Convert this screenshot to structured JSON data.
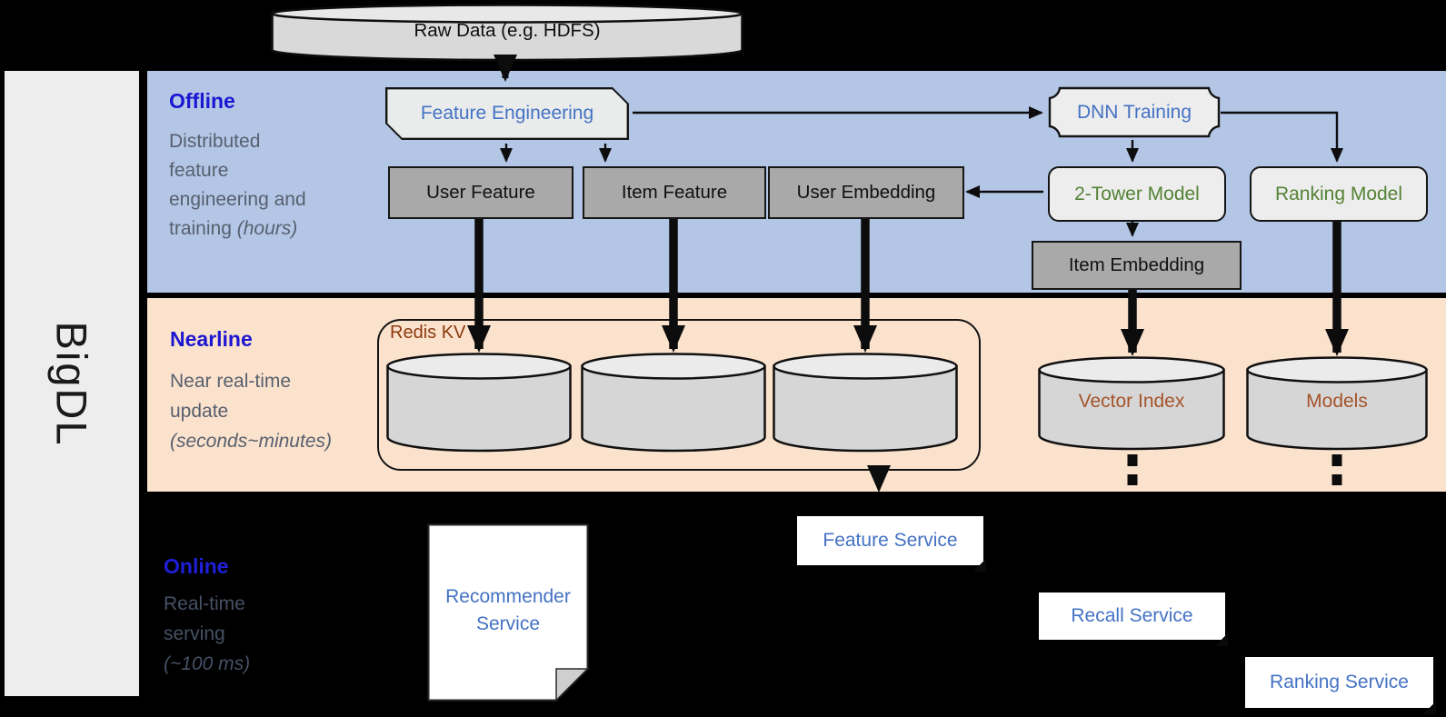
{
  "brand": {
    "name": "BigDL"
  },
  "source": {
    "label": "Raw Data (e.g. HDFS)"
  },
  "offline": {
    "title": "Offline",
    "desc_line1": "Distributed",
    "desc_line2": "feature",
    "desc_line3": "engineering and",
    "desc_line4": "training",
    "desc_line4_em": "(hours)"
  },
  "nodes": {
    "feature_engineering": "Feature Engineering",
    "dnn_training": "DNN Training",
    "user_feature": "User Feature",
    "item_feature": "Item Feature",
    "user_embedding": "User Embedding",
    "two_tower_model": "2-Tower Model",
    "ranking_model": "Ranking Model",
    "item_embedding": "Item Embedding"
  },
  "nearline": {
    "title": "Nearline",
    "desc_line1": "Near real-time",
    "desc_line2": "update",
    "desc_line3_em": "(seconds~minutes)",
    "redis_label": "Redis KV",
    "vector_index": "Vector Index",
    "models": "Models"
  },
  "online": {
    "title": "Online",
    "desc_line1": "Real-time",
    "desc_line2": "serving",
    "desc_line3_em": "(~100 ms)",
    "recommender_service": "Recommender Service",
    "feature_service": "Feature Service",
    "recall_service": "Recall Service",
    "ranking_service": "Ranking Service"
  },
  "colors": {
    "offline_band": "#b3c6e6",
    "nearline_band": "#fbe2cd",
    "online_background": "#000000",
    "band_title_blue": "#1b16d1",
    "blue_node_text": "#4472c4",
    "green_node_text": "#548235",
    "storage_label_brown": "#a5542b",
    "redis_label_brown": "#8c3a0e",
    "gray_node_fill": "#a9a9a9",
    "light_node_fill": "#ededed"
  }
}
